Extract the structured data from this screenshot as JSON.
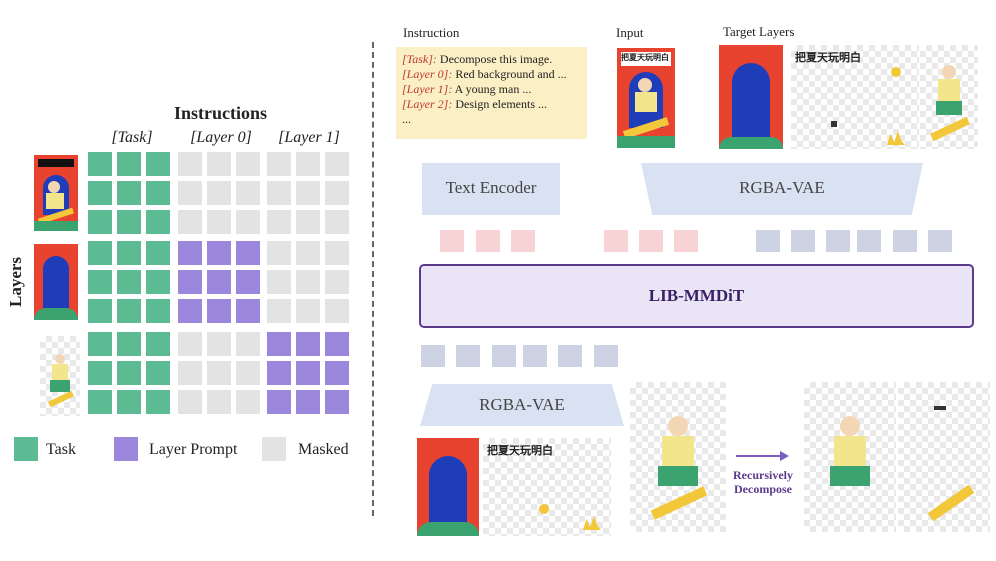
{
  "left": {
    "title": "Instructions",
    "columns": [
      "[Task]",
      "[Layer 0]",
      "[Layer 1]"
    ],
    "row_axis_label": "Layers",
    "legend": [
      {
        "label": "Task",
        "color": "#5dbb93"
      },
      {
        "label": "Layer Prompt",
        "color": "#9b87db"
      },
      {
        "label": "Masked",
        "color": "#e3e3e3"
      }
    ]
  },
  "right": {
    "instruction_title": "Instruction",
    "input_title": "Input",
    "target_title": "Target Layers",
    "instruction_lines": [
      {
        "tag": "[Task]:",
        "text": " Decompose this image."
      },
      {
        "tag": "[Layer 0]:",
        "text": " Red background and ..."
      },
      {
        "tag": "[Layer 1]:",
        "text": " A young man ..."
      },
      {
        "tag": "[Layer 2]:",
        "text": " Design elements ..."
      },
      {
        "tag": "",
        "text": "..."
      }
    ],
    "text_encoder": "Text Encoder",
    "rgba_vae_top": "RGBA-VAE",
    "core": "LIB-MMDiT",
    "rgba_vae_bottom": "RGBA-VAE",
    "recursive": "Recursively\nDecompose",
    "poster_text": "把夏天玩明白"
  },
  "colors": {
    "task": "#5dbb93",
    "layer_prompt": "#9b87db",
    "masked": "#e3e3e3",
    "text_token": "#f7d3d6",
    "image_token": "#cdd3e3",
    "encoder_box": "#d9e2f2",
    "core_fill": "#e9e5f7",
    "core_border": "#5a3b8c",
    "accent_red": "#c0392b",
    "arrow": "#7c5cc4"
  }
}
